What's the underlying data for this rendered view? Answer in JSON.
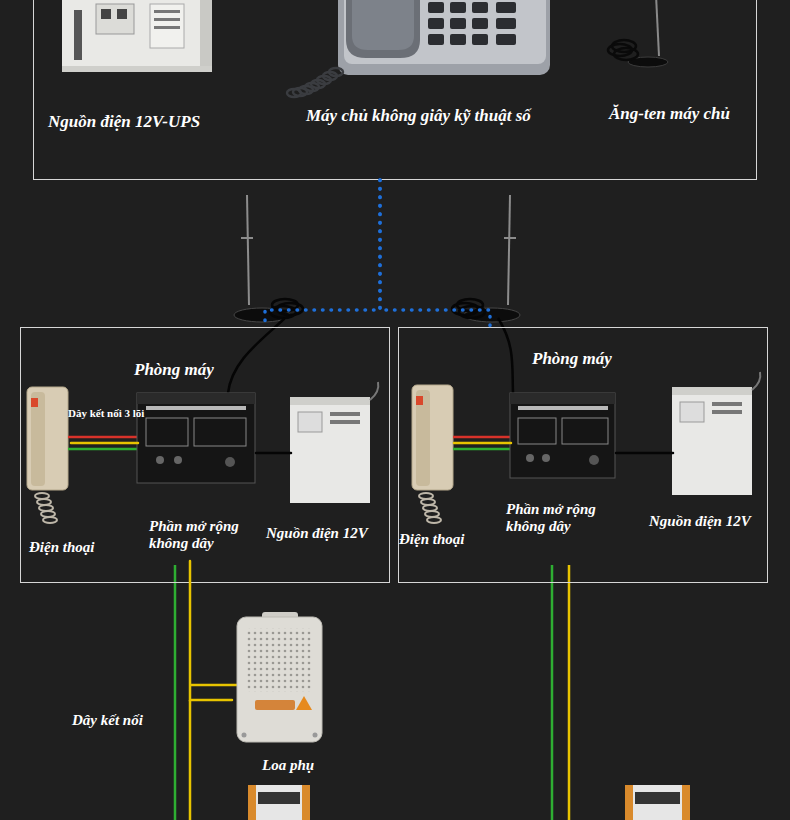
{
  "diagram": {
    "nodes": [
      {
        "text": [
          "Nguồn điện 12V-UPS",
          "Máy chủ không giây kỹ thuật số",
          "Ăng-ten máy chủ"
        ]
      },
      {
        "text": [
          "Phòng máy"
        ]
      },
      {
        "text": [
          "Điện thoại"
        ],
        "in": 1
      },
      {
        "text": [
          "Phần mở rộng không dây"
        ],
        "in": 1
      },
      {
        "text": [
          "Nguồn điện 12V"
        ],
        "in": 1
      },
      {
        "text": [
          "Phòng máy"
        ]
      },
      {
        "text": [
          "Điện thoại"
        ],
        "in": 5
      },
      {
        "text": [
          "Phần mở rộng không dây"
        ],
        "in": 5
      },
      {
        "text": [
          "Nguồn điện 12V"
        ],
        "in": 5
      },
      {
        "text": [
          "Loa phụ"
        ]
      }
    ],
    "edges": [
      {
        "from": 0,
        "to": 1,
        "arrow": "none"
      },
      {
        "from": 0,
        "to": 5,
        "arrow": "none"
      },
      {
        "from": 2,
        "to": 3,
        "label": "Dây kết nối 3 lõi",
        "arrow": "none"
      },
      {
        "from": 3,
        "to": 4,
        "arrow": "none"
      },
      {
        "from": 6,
        "to": 7,
        "arrow": "none"
      },
      {
        "from": 7,
        "to": 8,
        "arrow": "none"
      },
      {
        "from": 3,
        "to": 9,
        "arrow": "none"
      }
    ],
    "labels": [
      "Dây kết nối"
    ]
  }
}
